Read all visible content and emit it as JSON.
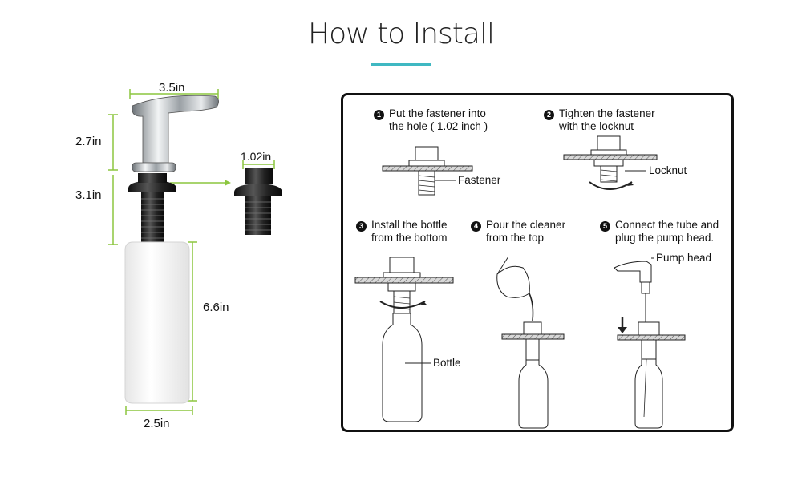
{
  "header": {
    "title": "How to Install"
  },
  "dimensions": {
    "pump_width": "3.5in",
    "pump_height": "2.7in",
    "shaft_height": "3.1in",
    "fastener_diameter": "1.02in",
    "bottle_height": "6.6in",
    "bottle_width": "2.5in"
  },
  "steps": [
    {
      "number": "1",
      "line1": "Put the fastener into",
      "line2": "the hole ( 1.02 inch )"
    },
    {
      "number": "2",
      "line1": "Tighten the fastener",
      "line2": "with the locknut"
    },
    {
      "number": "3",
      "line1": "Install the bottle",
      "line2": "from the bottom"
    },
    {
      "number": "4",
      "line1": "Pour the cleaner",
      "line2": "from the top"
    },
    {
      "number": "5",
      "line1": "Connect the tube and",
      "line2": "plug the pump head."
    }
  ],
  "callouts": {
    "fastener": "Fastener",
    "locknut": "Locknut",
    "bottle": "Bottle",
    "pump_head": "Pump head"
  },
  "colors": {
    "accent": "#3fb8c2",
    "dimension_line": "#8cc63f",
    "frame": "#111111"
  }
}
